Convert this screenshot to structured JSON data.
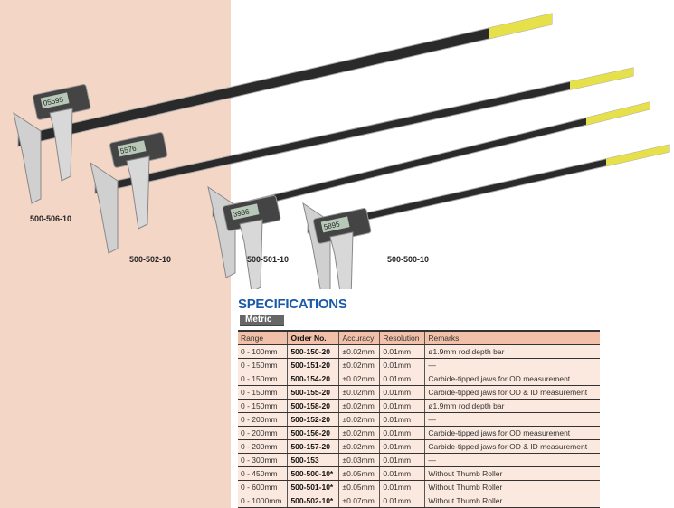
{
  "models": [
    "500-506-10",
    "500-502-10",
    "500-501-10",
    "500-500-10"
  ],
  "displays": [
    "05595",
    "5576",
    "3936",
    "5895"
  ],
  "title": "SPECIFICATIONS",
  "tab": "Metric",
  "headers": [
    "Range",
    "Order No.",
    "Accuracy",
    "Resolution",
    "Remarks"
  ],
  "rows": [
    [
      "0 - 100mm",
      "500-150-20",
      "±0.02mm",
      "0.01mm",
      "ø1.9mm rod depth bar"
    ],
    [
      "0 - 150mm",
      "500-151-20",
      "±0.02mm",
      "0.01mm",
      "—"
    ],
    [
      "0 - 150mm",
      "500-154-20",
      "±0.02mm",
      "0.01mm",
      "Carbide-tipped jaws for OD measurement"
    ],
    [
      "0 - 150mm",
      "500-155-20",
      "±0.02mm",
      "0.01mm",
      "Carbide-tipped jaws for OD & ID measurement"
    ],
    [
      "0 - 150mm",
      "500-158-20",
      "±0.02mm",
      "0.01mm",
      "ø1.9mm rod depth bar"
    ],
    [
      "0 - 200mm",
      "500-152-20",
      "±0.02mm",
      "0.01mm",
      "—"
    ],
    [
      "0 - 200mm",
      "500-156-20",
      "±0.02mm",
      "0.01mm",
      "Carbide-tipped jaws for OD measurement"
    ],
    [
      "0 - 200mm",
      "500-157-20",
      "±0.02mm",
      "0.01mm",
      "Carbide-tipped jaws for OD & ID measurement"
    ],
    [
      "0 - 300mm",
      "500-153",
      "±0.03mm",
      "0.01mm",
      "—"
    ],
    [
      "0 - 450mm",
      "500-500-10*",
      "±0.05mm",
      "0.01mm",
      "Without Thumb Roller"
    ],
    [
      "0 - 600mm",
      "500-501-10*",
      "±0.05mm",
      "0.01mm",
      "Without Thumb Roller"
    ],
    [
      "0 - 1000mm",
      "500-502-10*",
      "±0.07mm",
      "0.01mm",
      "Without Thumb Roller"
    ]
  ]
}
